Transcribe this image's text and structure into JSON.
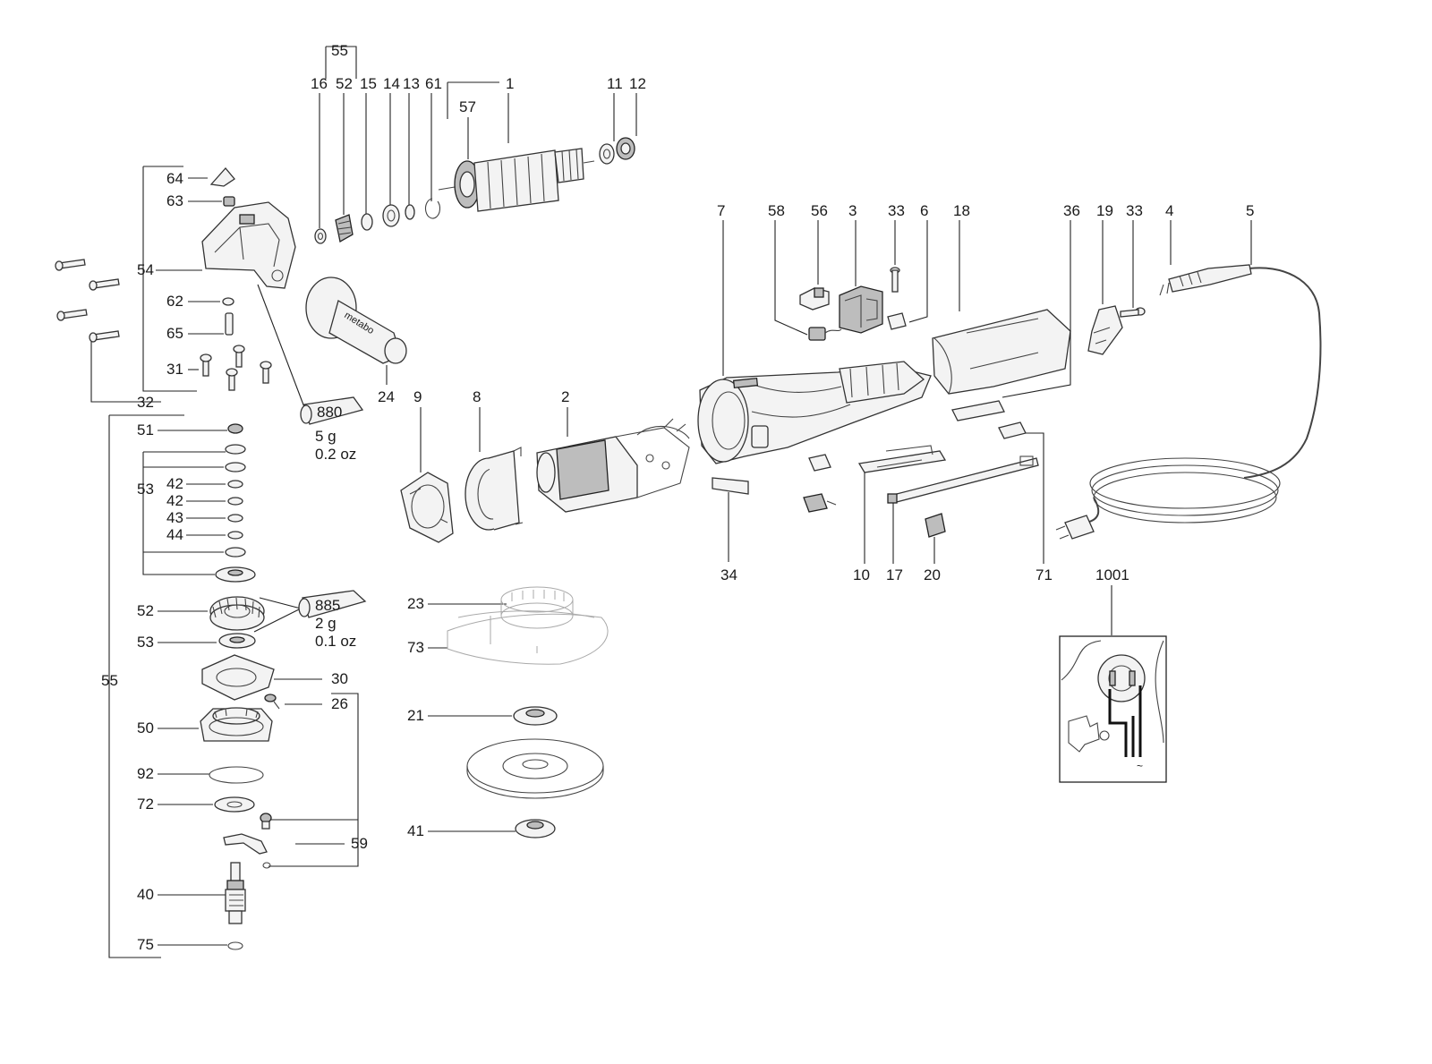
{
  "callouts": {
    "c55top": "55",
    "c16": "16",
    "c52top": "52",
    "c15": "15",
    "c14": "14",
    "c13": "13",
    "c61": "61",
    "c1": "1",
    "c57": "57",
    "c11": "11",
    "c12": "12",
    "c64": "64",
    "c63": "63",
    "c54": "54",
    "c62": "62",
    "c65": "65",
    "c31": "31",
    "c32": "32",
    "c24": "24",
    "c51": "51",
    "c53a": "53",
    "c42a": "42",
    "c42b": "42",
    "c43": "43",
    "c44": "44",
    "c52": "52",
    "c53b": "53",
    "c30": "30",
    "c26": "26",
    "c50": "50",
    "c92": "92",
    "c72": "72",
    "c59": "59",
    "c40": "40",
    "c75": "75",
    "c55": "55",
    "c9": "9",
    "c8": "8",
    "c2": "2",
    "c7": "7",
    "c58": "58",
    "c56": "56",
    "c3": "3",
    "c33a": "33",
    "c6": "6",
    "c18": "18",
    "c36": "36",
    "c19": "19",
    "c33b": "33",
    "c4": "4",
    "c5": "5",
    "c34": "34",
    "c10": "10",
    "c17": "17",
    "c20": "20",
    "c71": "71",
    "c1001": "1001",
    "c23": "23",
    "c73": "73",
    "c21": "21",
    "c41": "41"
  },
  "tubes": {
    "t880": {
      "code": "880",
      "mass": "5 g",
      "weight": "0.2 oz"
    },
    "t885": {
      "code": "885",
      "mass": "2 g",
      "weight": "0.1 oz"
    }
  },
  "handle_text": "metabo"
}
